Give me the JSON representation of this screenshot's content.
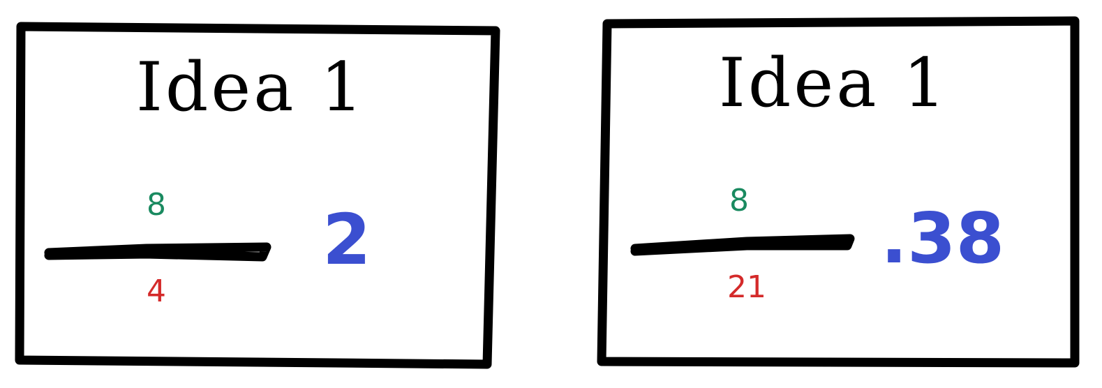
{
  "colors": {
    "stroke": "#000000",
    "numerator": "#1a8a60",
    "denominator": "#d42a2a",
    "result": "#3b4fd0"
  },
  "cards": [
    {
      "title": "Idea 1",
      "numerator": "8",
      "denominator": "4",
      "result": "2"
    },
    {
      "title": "Idea 1",
      "numerator": "8",
      "denominator": "21",
      "result": ".38"
    }
  ]
}
